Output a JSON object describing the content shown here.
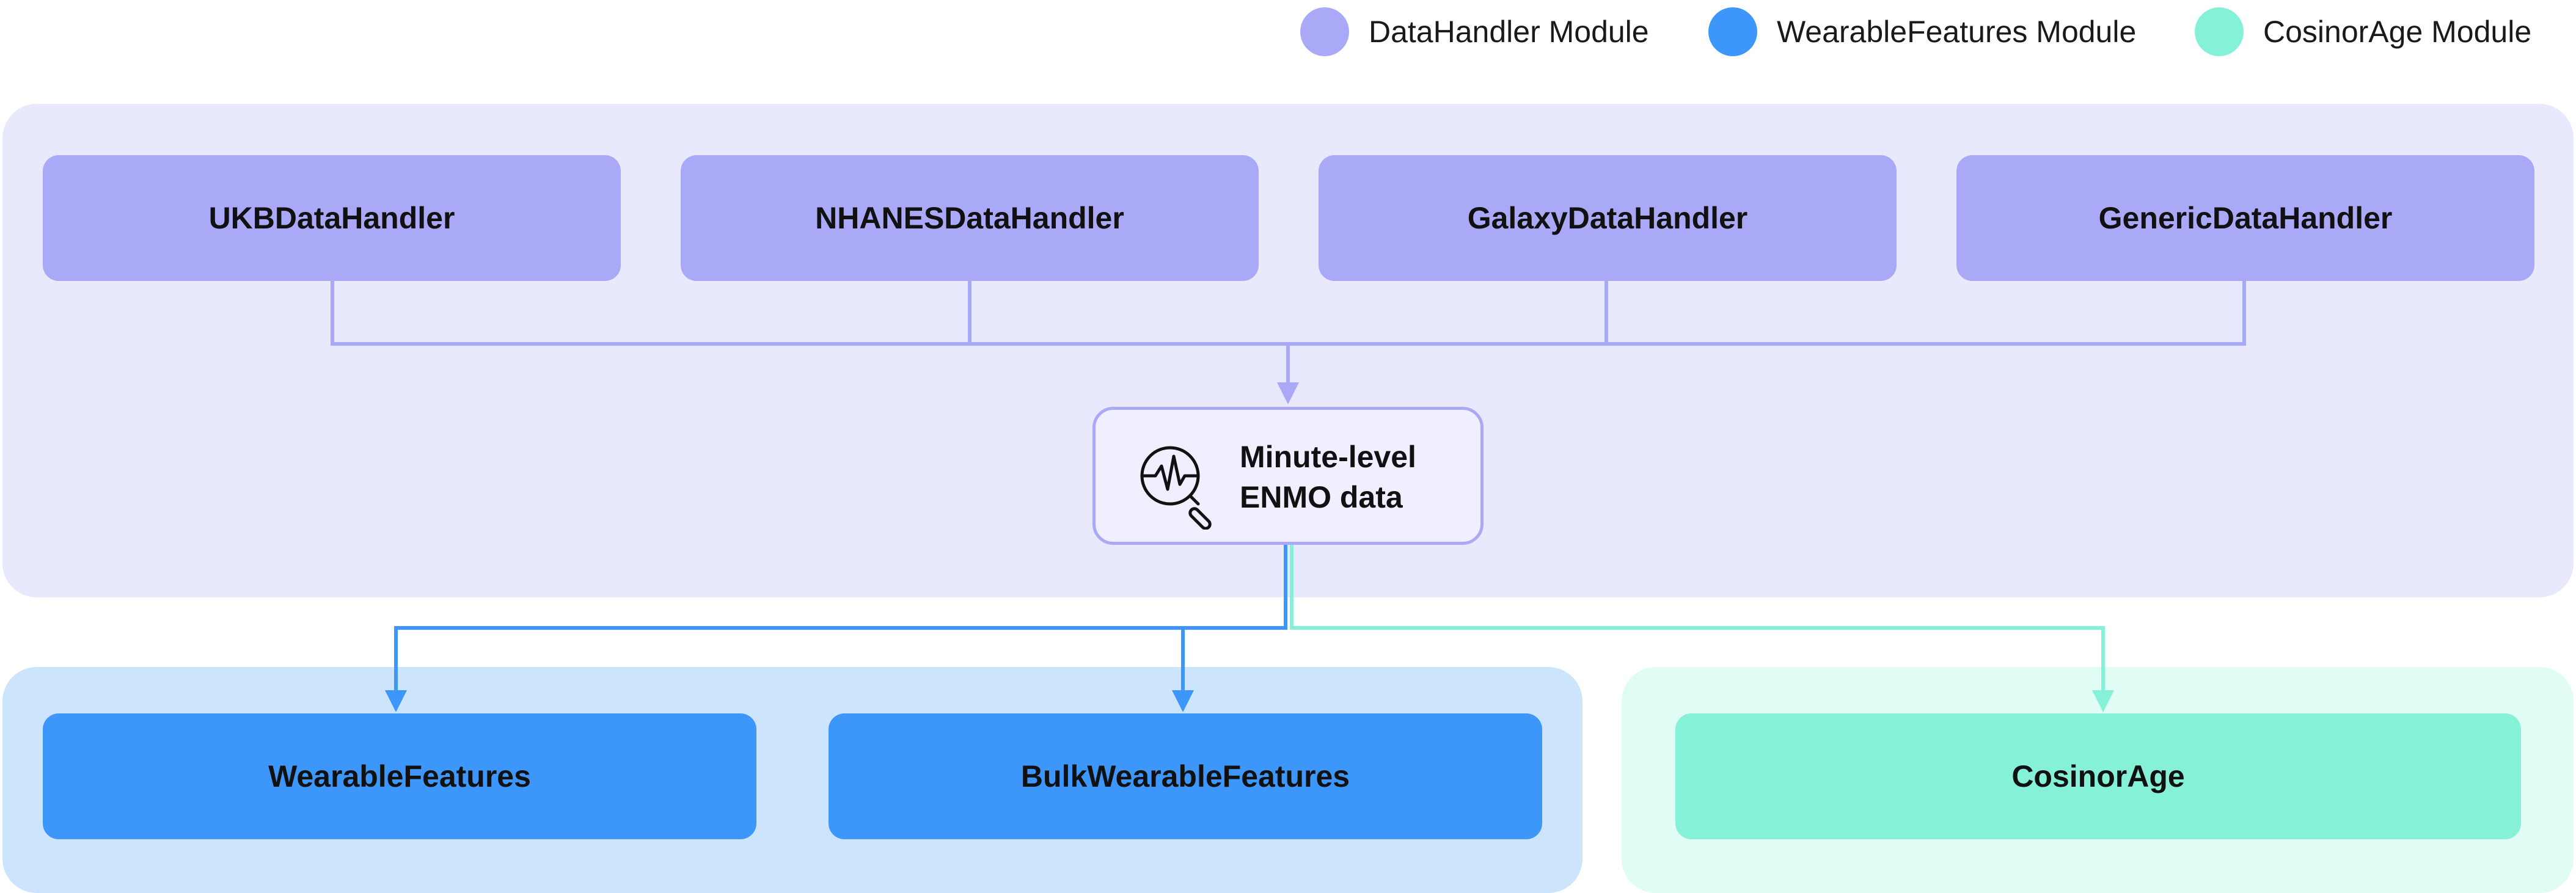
{
  "legend": [
    {
      "label": "DataHandler Module",
      "color": "#a9a9f7"
    },
    {
      "label": "WearableFeatures Module",
      "color": "#3d97fb"
    },
    {
      "label": "CosinorAge Module",
      "color": "#85f2d8"
    }
  ],
  "data_handler_module": {
    "panel_color": "#e8e9fd",
    "node_color": "#a9a9f7",
    "wire_color": "#a9a9f7",
    "handlers": [
      "UKBDataHandler",
      "NHANESDataHandler",
      "GalaxyDataHandler",
      "GenericDataHandler"
    ]
  },
  "enmo": {
    "line1": "Minute-level",
    "line2": "ENMO data",
    "icon": "waveform-magnifier-icon"
  },
  "wearable_features_module": {
    "panel_color": "#cde4fd",
    "node_color": "#3d97fb",
    "wire_color": "#3d97fb",
    "nodes": [
      "WearableFeatures",
      "BulkWearableFeatures"
    ]
  },
  "cosinorage_module": {
    "panel_color": "#e1fbf5",
    "node_color": "#85f2d8",
    "wire_color": "#85f2d8",
    "nodes": [
      "CosinorAge"
    ]
  }
}
